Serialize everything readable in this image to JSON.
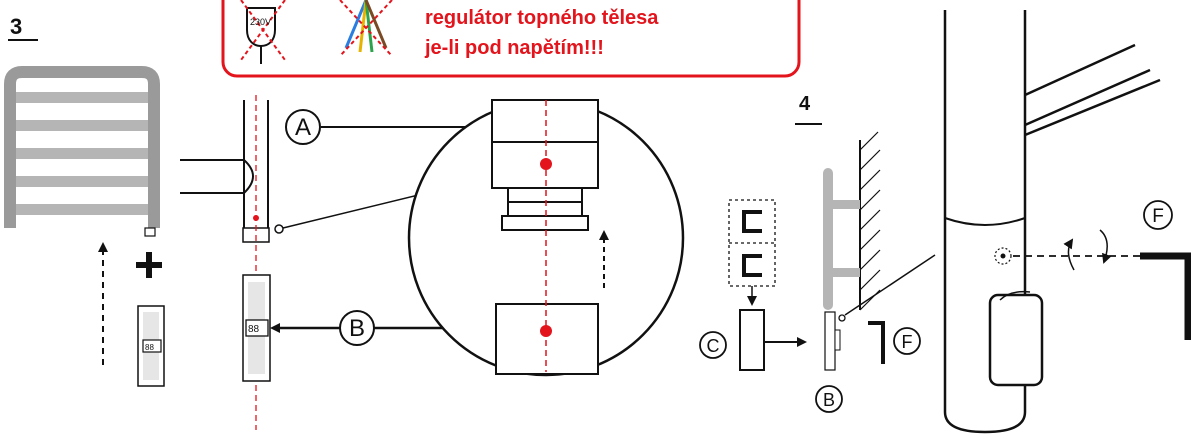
{
  "warning": {
    "line1": "regulátor topného tělesa",
    "line2": "je-li pod napětím!!!",
    "plug_label": "230V"
  },
  "steps": {
    "step3": "3",
    "step4": "4"
  },
  "labels": {
    "A": "A",
    "B_main": "B",
    "B_small": "B",
    "C": "C",
    "F_small": "F",
    "F_large": "F"
  },
  "colors": {
    "warning_red": "#e3141c",
    "axis_red": "#e3141c",
    "line": "#111111",
    "bar_gray": "#b5b5b5"
  },
  "icons": [
    "unplug-icon",
    "wires-icon",
    "plus-icon",
    "arrow-icon"
  ]
}
